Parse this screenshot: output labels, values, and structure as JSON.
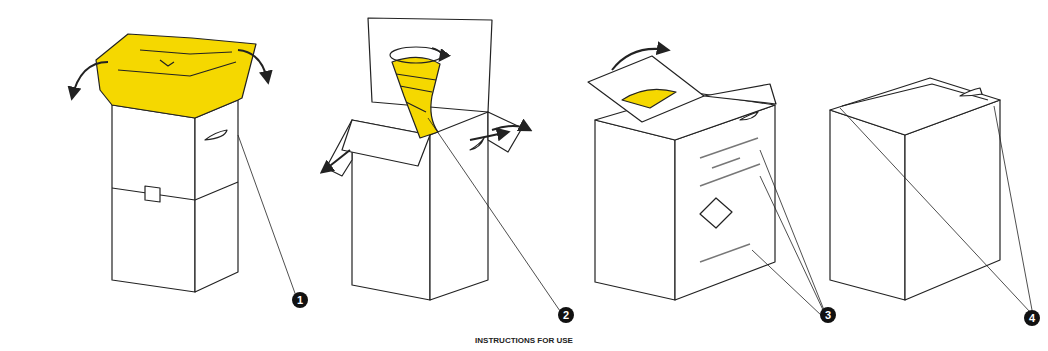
{
  "diagram": {
    "caption": "INSTRUCTIONS FOR USE",
    "labels": [
      "1",
      "2",
      "3",
      "4"
    ]
  }
}
